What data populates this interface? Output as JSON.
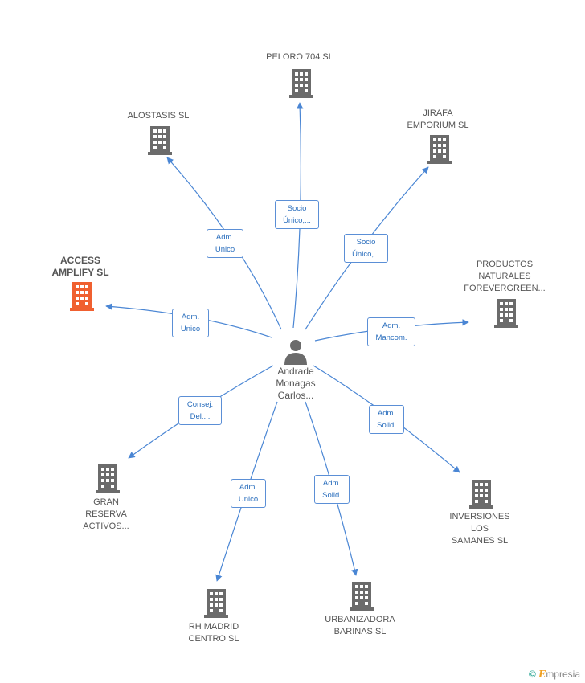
{
  "center": {
    "name": "Andrade\nMonagas\nCarlos..."
  },
  "nodes": [
    {
      "id": "peloro",
      "name": "PELORO 704  SL",
      "color": "#6b6b6b"
    },
    {
      "id": "alostasis",
      "name": "ALOSTASIS  SL",
      "color": "#6b6b6b"
    },
    {
      "id": "jirafa",
      "name": "JIRAFA\nEMPORIUM  SL",
      "color": "#6b6b6b"
    },
    {
      "id": "access",
      "name": "ACCESS\nAMPLIFY SL",
      "color": "#f06030"
    },
    {
      "id": "productos",
      "name": "PRODUCTOS\nNATURALES\nFOREVERGREEN...",
      "color": "#6b6b6b"
    },
    {
      "id": "gran",
      "name": "GRAN\nRESERVA\nACTIVOS...",
      "color": "#6b6b6b"
    },
    {
      "id": "inversiones",
      "name": "INVERSIONES\nLOS\nSAMANES SL",
      "color": "#6b6b6b"
    },
    {
      "id": "rhmadrid",
      "name": "RH MADRID\nCENTRO  SL",
      "color": "#6b6b6b"
    },
    {
      "id": "urbanizadora",
      "name": "URBANIZADORA\nBARINAS SL",
      "color": "#6b6b6b"
    }
  ],
  "relations": [
    {
      "to": "peloro",
      "label": "Socio\nÚnico,..."
    },
    {
      "to": "alostasis",
      "label": "Adm.\nUnico"
    },
    {
      "to": "jirafa",
      "label": "Socio\nÚnico,..."
    },
    {
      "to": "access",
      "label": "Adm.\nUnico"
    },
    {
      "to": "productos",
      "label": "Adm.\nMancom."
    },
    {
      "to": "gran",
      "label": "Consej.\nDel...."
    },
    {
      "to": "inversiones",
      "label": "Adm.\nSolid."
    },
    {
      "to": "rhmadrid",
      "label": "Adm.\nUnico"
    },
    {
      "to": "urbanizadora",
      "label": "Adm.\nSolid."
    }
  ],
  "colors": {
    "edge": "#4a86d4",
    "building": "#6b6b6b",
    "highlight": "#f06030",
    "person": "#6b6b6b"
  },
  "brand": {
    "copyright": "©",
    "name": "mpresia",
    "initial": "E"
  }
}
